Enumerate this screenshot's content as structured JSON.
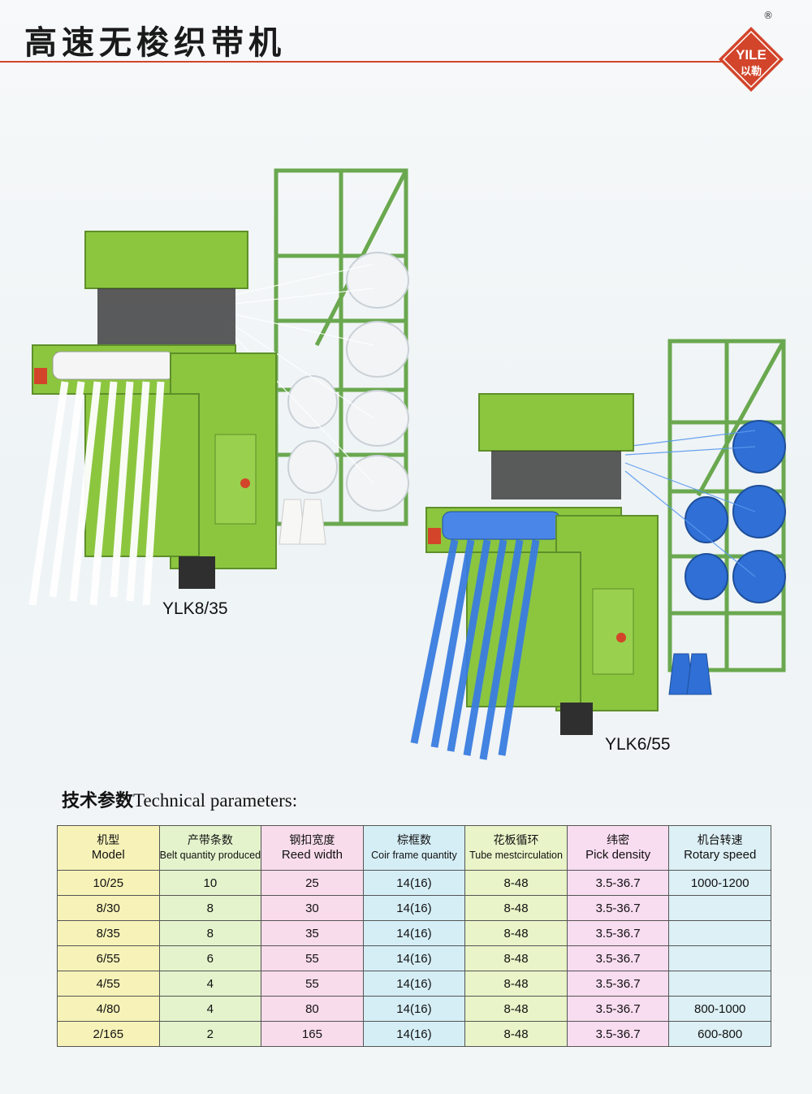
{
  "header": {
    "title": "高速无梭织带机",
    "logo_text_en": "YILE",
    "logo_text_zh": "以勒",
    "registered_mark": "®"
  },
  "machines": [
    {
      "caption": "YLK8/35"
    },
    {
      "caption": "YLK6/55"
    }
  ],
  "params": {
    "heading_zh": "技术参数",
    "heading_en": "Technical parameters:",
    "columns": [
      {
        "zh": "机型",
        "en": "Model"
      },
      {
        "zh": "产带条数",
        "en": "Belt quantity produced"
      },
      {
        "zh": "钢扣宽度",
        "en": "Reed width"
      },
      {
        "zh": "棕框数",
        "en": "Coir frame quantity"
      },
      {
        "zh": "花板循环",
        "en": "Tube mestcirculation"
      },
      {
        "zh": "纬密",
        "en": "Pick density"
      },
      {
        "zh": "机台转速",
        "en": "Rotary speed"
      }
    ],
    "rows": [
      [
        "10/25",
        "10",
        "25",
        "14(16)",
        "8-48",
        "3.5-36.7",
        "1000-1200"
      ],
      [
        "8/30",
        "8",
        "30",
        "14(16)",
        "8-48",
        "3.5-36.7",
        ""
      ],
      [
        "8/35",
        "8",
        "35",
        "14(16)",
        "8-48",
        "3.5-36.7",
        ""
      ],
      [
        "6/55",
        "6",
        "55",
        "14(16)",
        "8-48",
        "3.5-36.7",
        ""
      ],
      [
        "4/55",
        "4",
        "55",
        "14(16)",
        "8-48",
        "3.5-36.7",
        ""
      ],
      [
        "4/80",
        "4",
        "80",
        "14(16)",
        "8-48",
        "3.5-36.7",
        "800-1000"
      ],
      [
        "2/165",
        "2",
        "165",
        "14(16)",
        "8-48",
        "3.5-36.7",
        "600-800"
      ]
    ]
  },
  "colors": {
    "accent_red": "#d2452a",
    "machine_green": "#8cc63f",
    "frame_green": "#6aa84f",
    "yarn_white": "#f2f4f6",
    "yarn_blue": "#3a7de0"
  }
}
